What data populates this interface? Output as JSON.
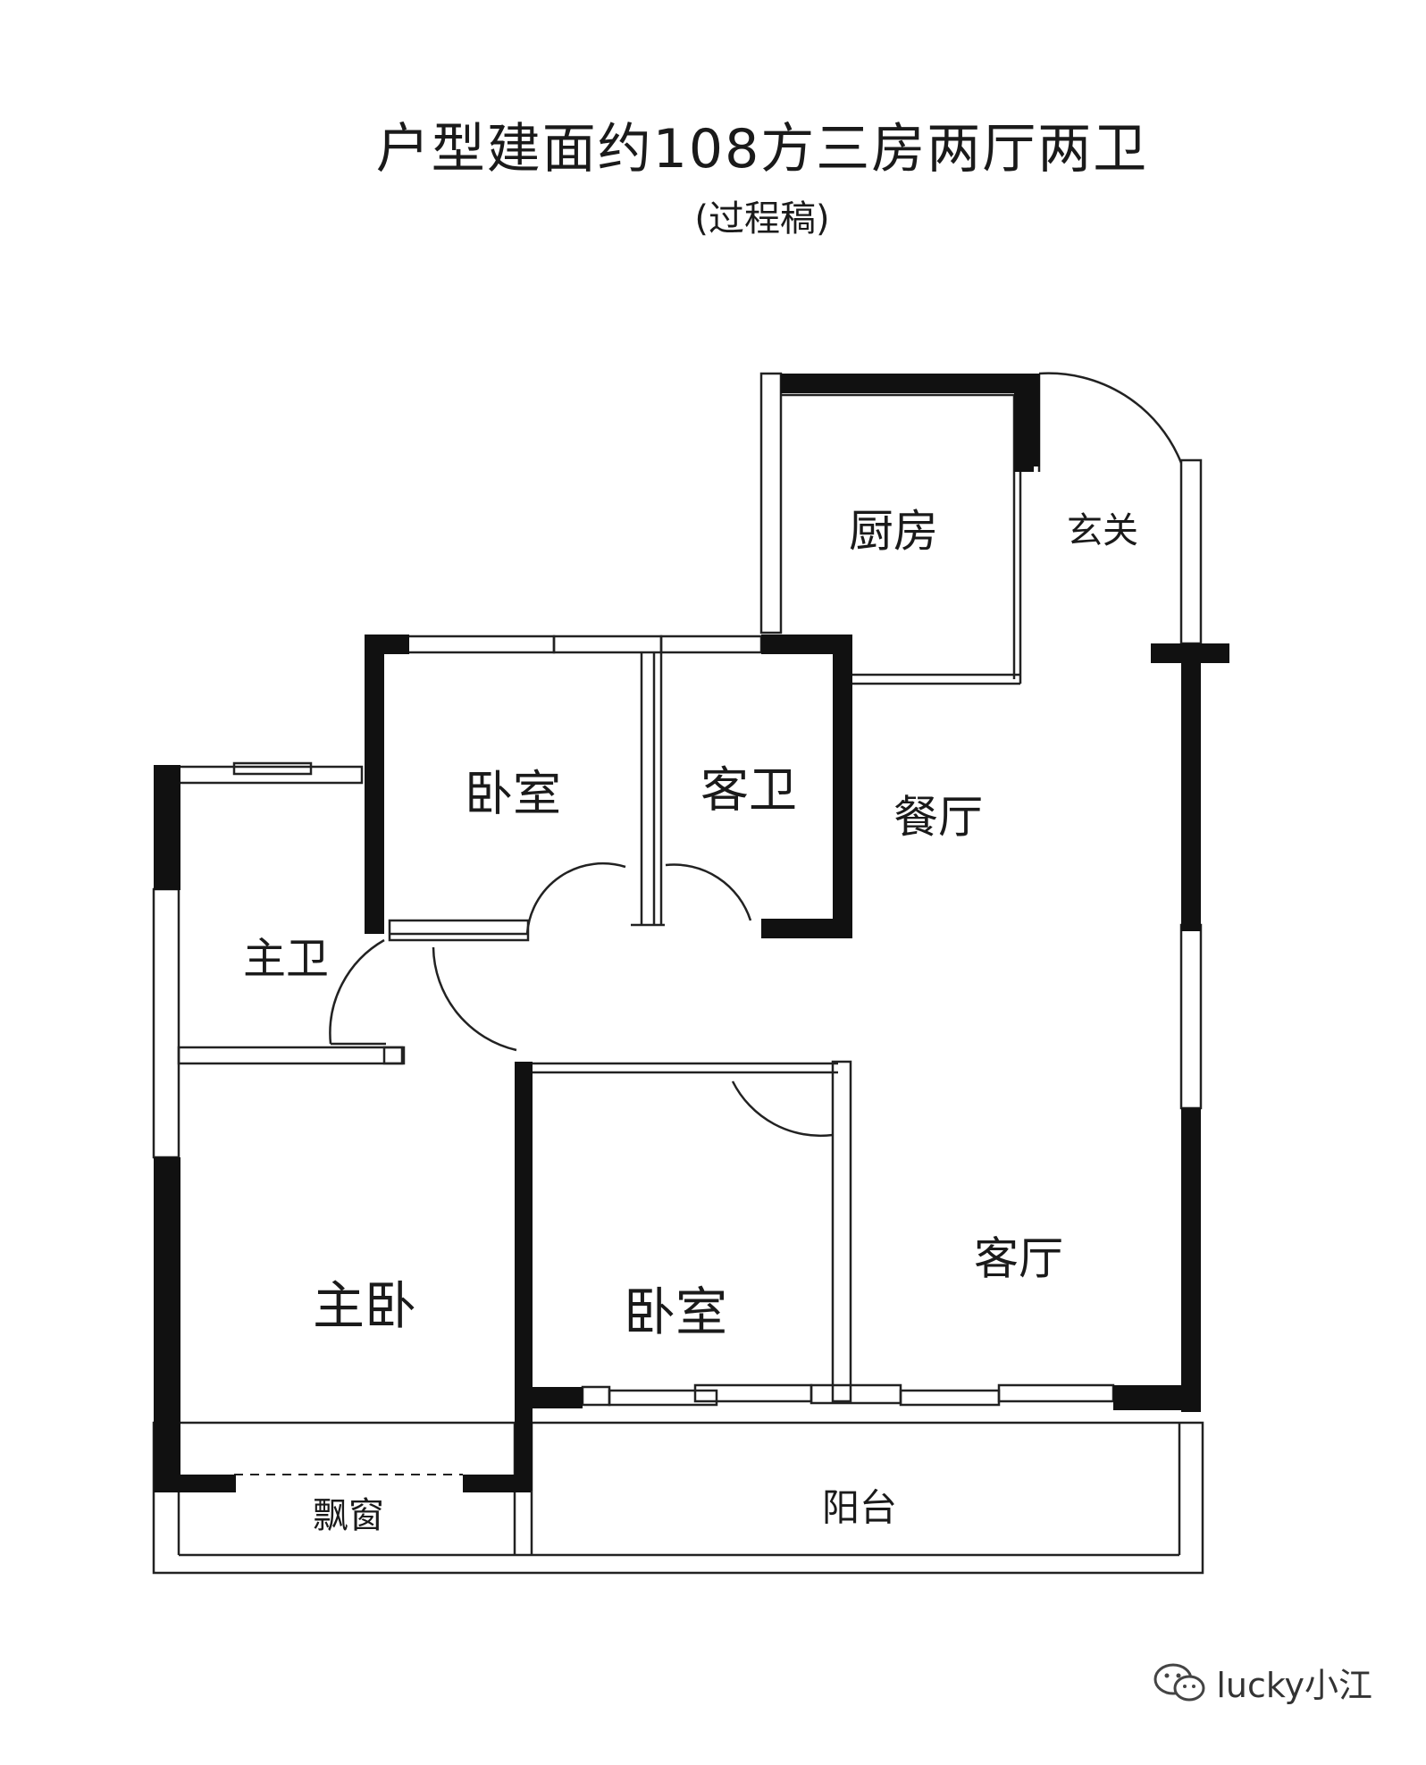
{
  "title": "户型建面约108方三房两厅两卫",
  "subtitle": "(过程稿)",
  "rooms": {
    "kitchen": "厨房",
    "entrance": "玄关",
    "bedroom_north": "卧室",
    "guest_bath": "客卫",
    "dining": "餐厅",
    "master_bath": "主卫",
    "master_bedroom": "主卧",
    "bedroom_south": "卧室",
    "living": "客厅",
    "bay_window": "飘窗",
    "balcony": "阳台"
  },
  "watermark": {
    "icon": "wechat-icon",
    "text": "lucky小江"
  }
}
